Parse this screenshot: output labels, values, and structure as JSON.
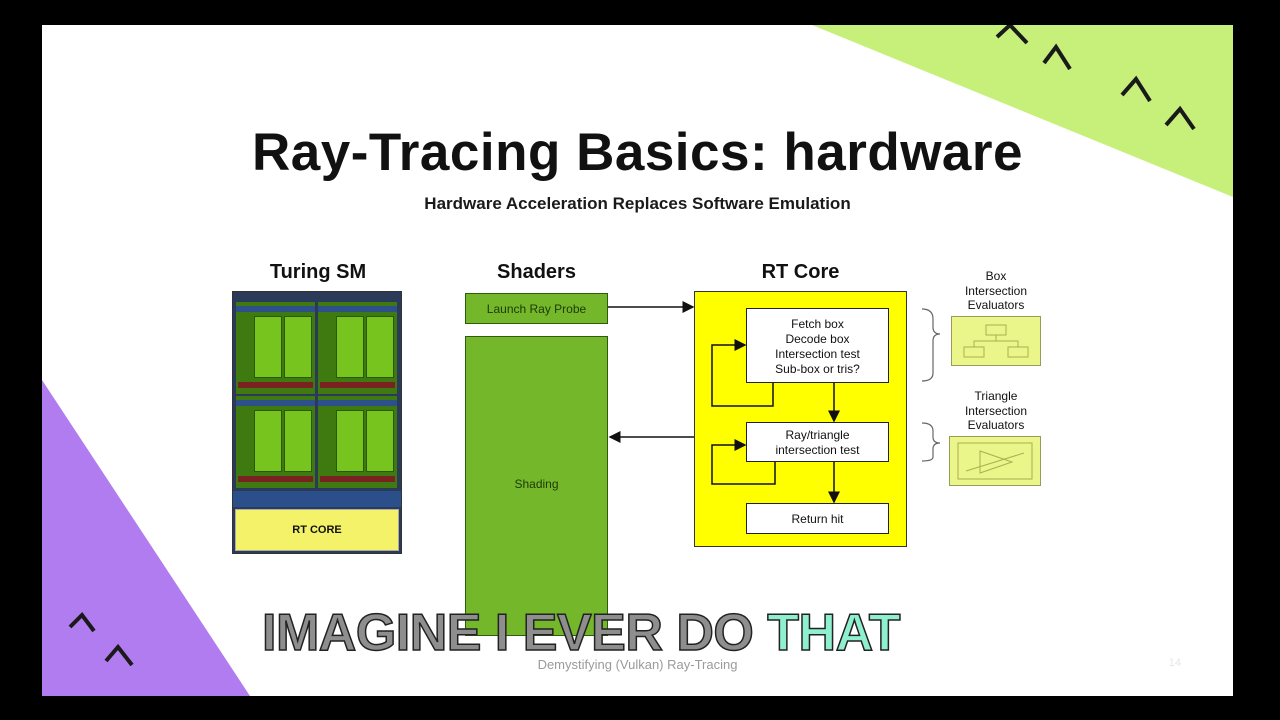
{
  "slide": {
    "title": "Ray-Tracing Basics: hardware",
    "subtitle": "Hardware Acceleration Replaces Software Emulation",
    "footer": "Demystifying (Vulkan) Ray-Tracing",
    "page_number": "14"
  },
  "columns": {
    "turing_sm": "Turing SM",
    "shaders": "Shaders",
    "rt_core": "RT Core"
  },
  "turing_sm": {
    "rt_core_label": "RT CORE"
  },
  "shaders": {
    "launch": "Launch Ray Probe",
    "shading": "Shading"
  },
  "rt_core": {
    "box1": [
      "Fetch box",
      "Decode box",
      "Intersection test",
      "Sub-box or tris?"
    ],
    "box2": [
      "Ray/triangle",
      "intersection test"
    ],
    "box3": "Return hit"
  },
  "evaluators": {
    "box": [
      "Box",
      "Intersection",
      "Evaluators"
    ],
    "triangle": [
      "Triangle",
      "Intersection",
      "Evaluators"
    ]
  },
  "caption": {
    "main": "IMAGINE I EVER DO ",
    "highlight": "THAT"
  },
  "colors": {
    "corner_green": "#c6f07a",
    "corner_purple": "#b07cf0",
    "shader_green": "#74b72a",
    "rt_yellow": "#ffff00",
    "caption_highlight": "#8ff0d0"
  }
}
